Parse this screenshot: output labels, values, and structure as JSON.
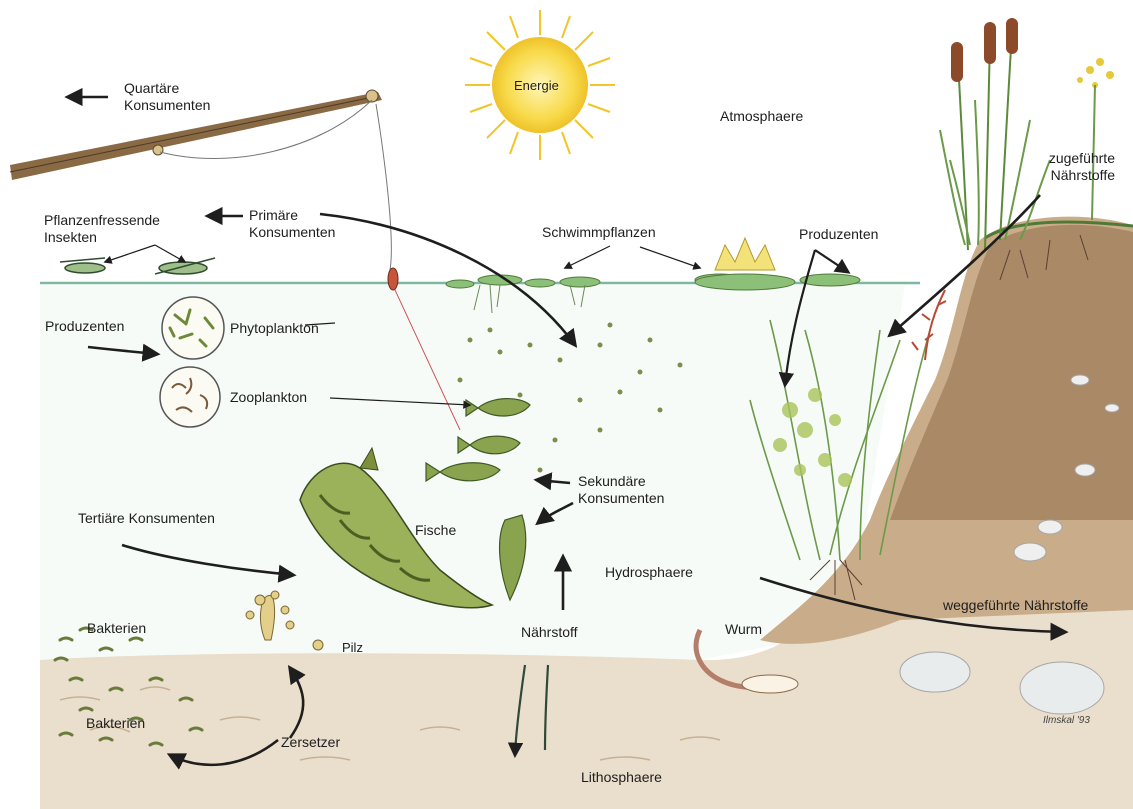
{
  "labels": {
    "energie": "Energie",
    "atmosphaere": "Atmosphaere",
    "quartaere": "Quartäre Konsumenten",
    "primaere": "Primäre Konsumenten",
    "pflanzenfressende": "Pflanzenfressende Insekten",
    "schwimmpflanzen": "Schwimmpflanzen",
    "produzenten_top": "Produzenten",
    "zugefuehrte": "zugeführte Nährstoffe",
    "produzenten_left": "Produzenten",
    "phytoplankton": "Phytoplankton",
    "zooplankton": "Zooplankton",
    "sekundaere": "Sekundäre Konsumenten",
    "fische": "Fische",
    "tertiaere": "Tertiäre Konsumenten",
    "hydrosphaere": "Hydrosphaere",
    "weggefuehrte": "weggeführte Nährstoffe",
    "bakterien_1": "Bakterien",
    "pilz": "Pilz",
    "naehrstoff": "Nährstoff",
    "wurm": "Wurm",
    "bakterien_2": "Bakterien",
    "zersetzer": "Zersetzer",
    "lithosphaere": "Lithosphaere"
  },
  "signature": "Ilmskal '93",
  "colors": {
    "water_line": "#7fb8a0",
    "sediment": "#e2d3bf",
    "soil": "#8a6a4a",
    "sun": "#f6d23a",
    "plant_green": "#6c9a4a",
    "fish": "#7c9a48",
    "arrow": "#1e1e1e"
  }
}
